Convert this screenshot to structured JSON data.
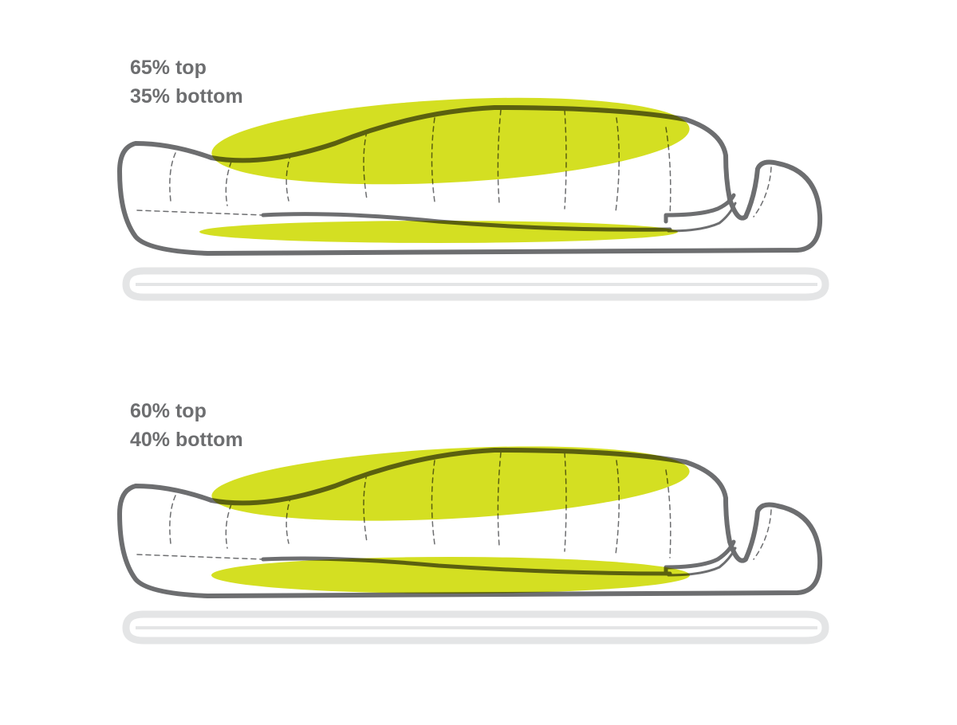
{
  "colors": {
    "outline": "#6d6e70",
    "fill": "#d4df22",
    "pad": "#e4e5e6",
    "seam": "#6d6e70"
  },
  "diagrams": [
    {
      "label_top": "65% top",
      "label_bottom": "35% bottom",
      "top_fill_percent": 65,
      "bottom_fill_percent": 35
    },
    {
      "label_top": "60% top",
      "label_bottom": "40% bottom",
      "top_fill_percent": 60,
      "bottom_fill_percent": 40
    }
  ]
}
